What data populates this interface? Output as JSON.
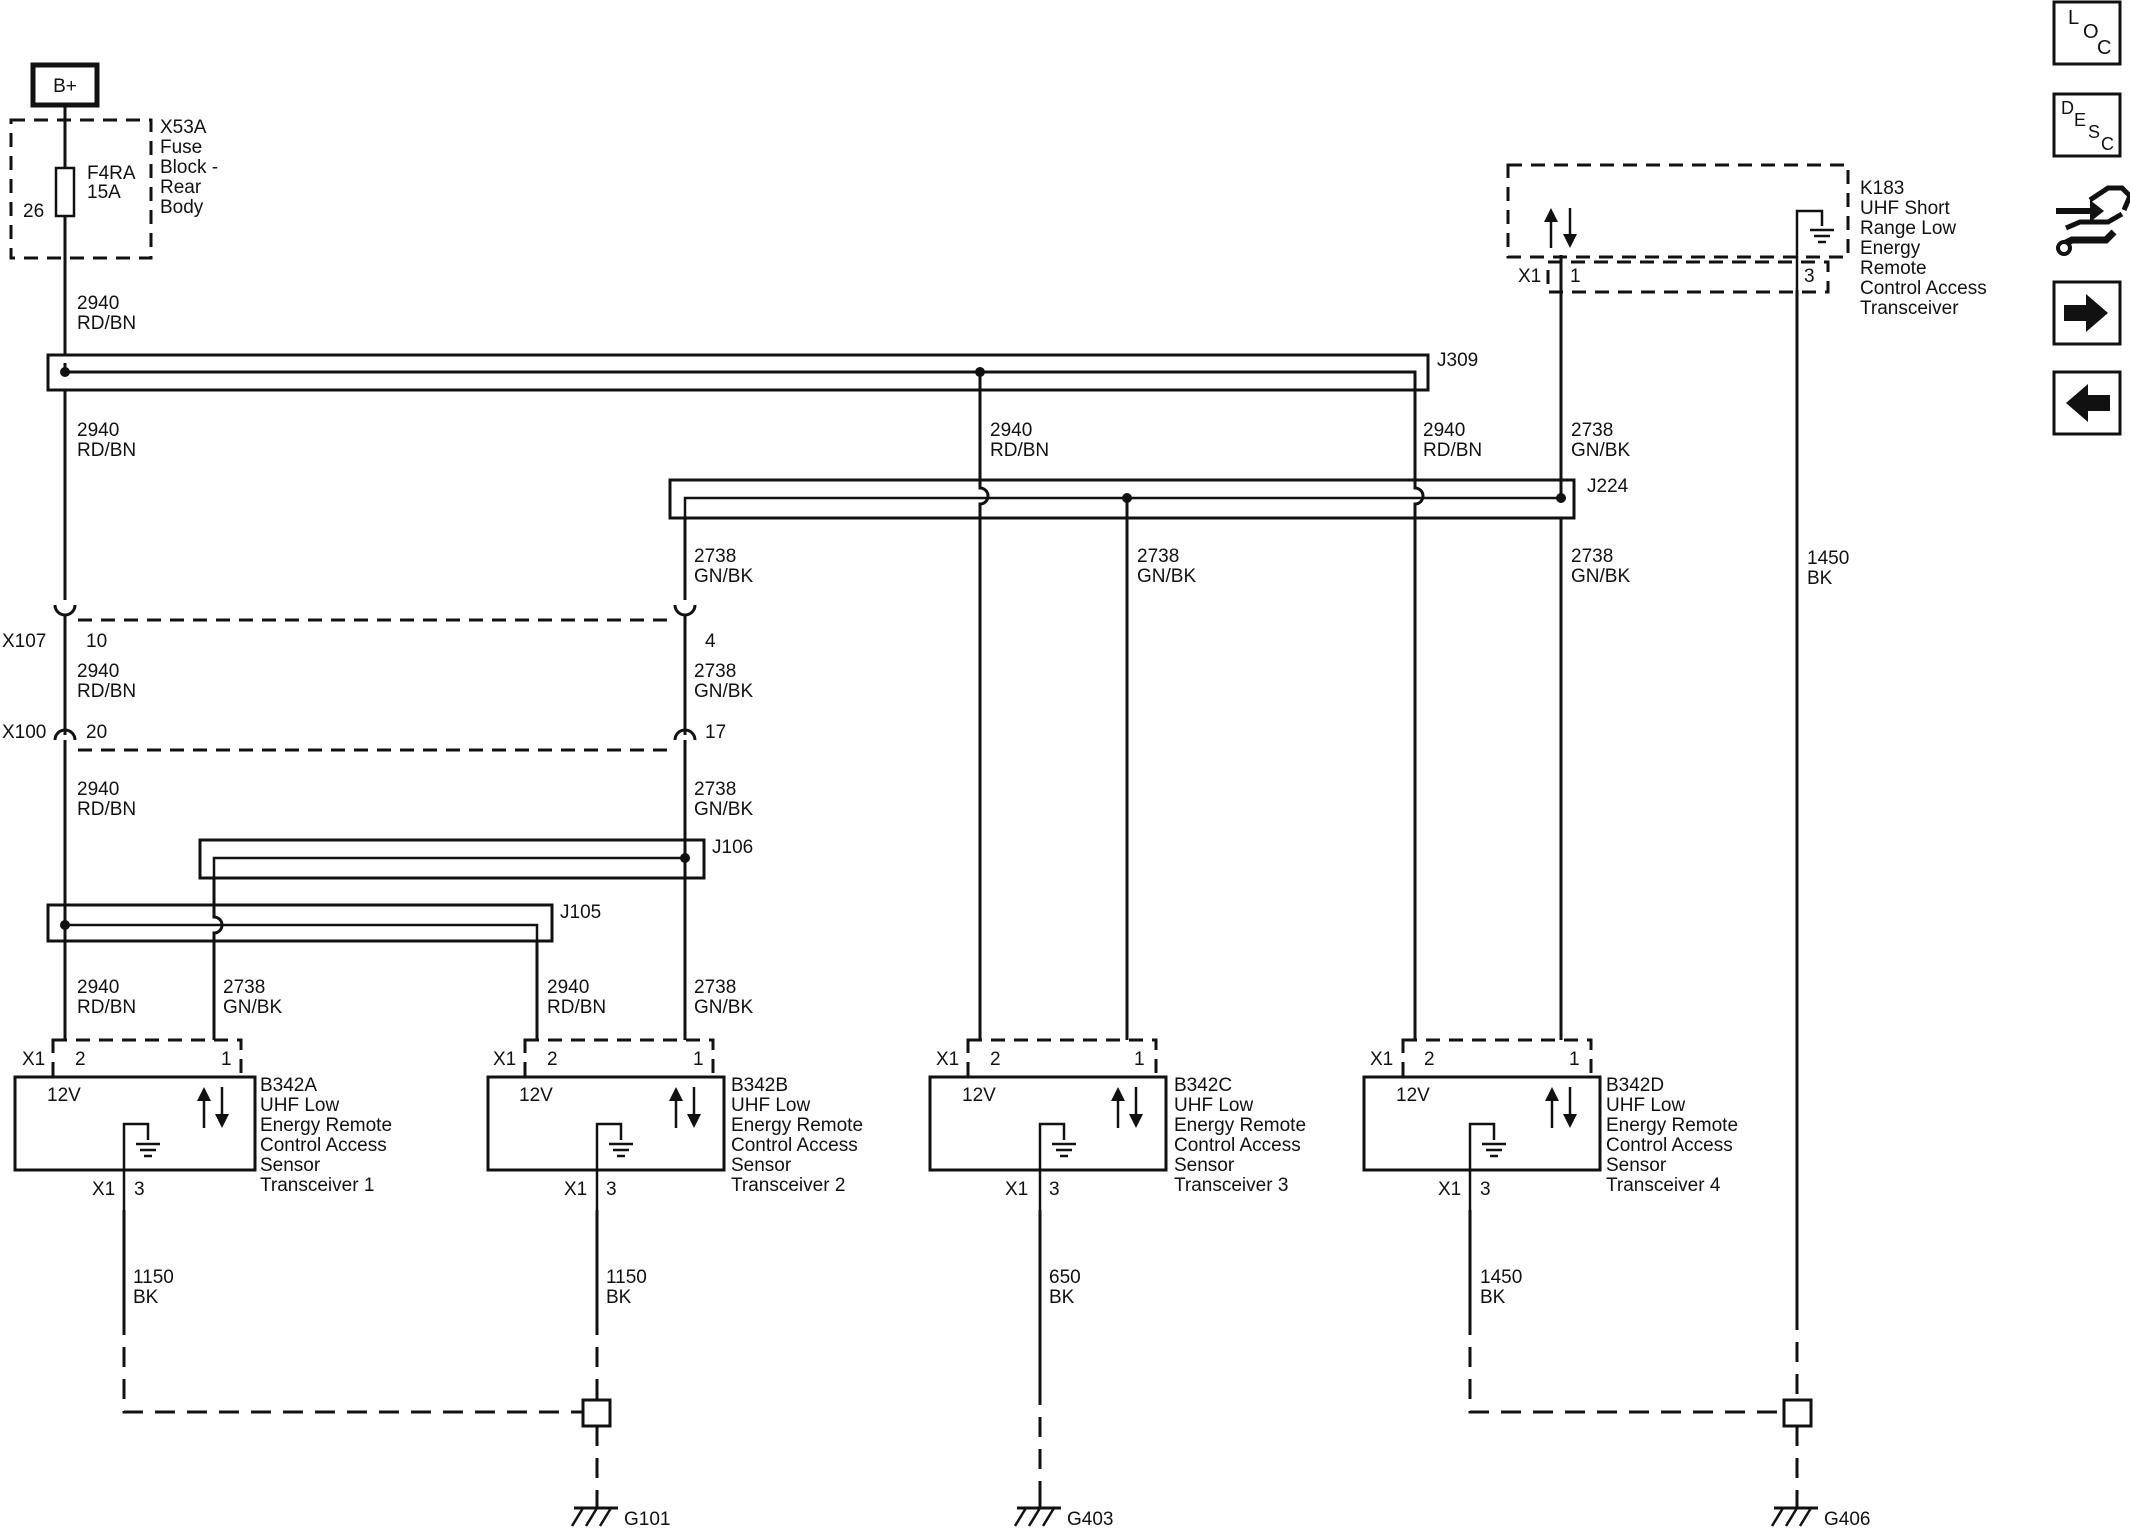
{
  "power": {
    "label": "B+"
  },
  "fuse_block": {
    "id": "X53A",
    "line1": "Fuse",
    "line2": "Block -",
    "line3": "Rear",
    "line4": "Body",
    "fuse": "F4RA",
    "rating": "15A",
    "pin": "26"
  },
  "splices": {
    "j309": "J309",
    "j224": "J224",
    "j106": "J106",
    "j105": "J105"
  },
  "connectors": {
    "x107": "X107",
    "x107_pin_a": "10",
    "x107_pin_b": "4",
    "x100": "X100",
    "x100_pin_a": "20",
    "x100_pin_b": "17"
  },
  "circuits": {
    "c2940": "2940",
    "rdbn": "RD/BN",
    "c2738": "2738",
    "gnbk": "GN/BK",
    "c1450": "1450",
    "c1150": "1150",
    "c650": "650",
    "bk": "BK"
  },
  "k183": {
    "id": "K183",
    "line1": "UHF Short",
    "line2": "Range Low",
    "line3": "Energy",
    "line4": "Remote",
    "line5": "Control Access",
    "line6": "Transceiver",
    "conn": "X1",
    "pin1": "1",
    "pin3": "3"
  },
  "modules": [
    {
      "id": "B342A",
      "l1": "UHF Low",
      "l2": "Energy Remote",
      "l3": "Control Access",
      "l4": "Sensor",
      "l5": "Transceiver 1",
      "volt": "12V",
      "conn": "X1",
      "pin2": "2",
      "pin1": "1",
      "pin3": "3"
    },
    {
      "id": "B342B",
      "l1": "UHF Low",
      "l2": "Energy Remote",
      "l3": "Control Access",
      "l4": "Sensor",
      "l5": "Transceiver 2",
      "volt": "12V",
      "conn": "X1",
      "pin2": "2",
      "pin1": "1",
      "pin3": "3"
    },
    {
      "id": "B342C",
      "l1": "UHF Low",
      "l2": "Energy Remote",
      "l3": "Control Access",
      "l4": "Sensor",
      "l5": "Transceiver 3",
      "volt": "12V",
      "conn": "X1",
      "pin2": "2",
      "pin1": "1",
      "pin3": "3"
    },
    {
      "id": "B342D",
      "l1": "UHF Low",
      "l2": "Energy Remote",
      "l3": "Control Access",
      "l4": "Sensor",
      "l5": "Transceiver 4",
      "volt": "12V",
      "conn": "X1",
      "pin2": "2",
      "pin1": "1",
      "pin3": "3"
    }
  ],
  "grounds": {
    "g101": "G101",
    "g403": "G403",
    "g406": "G406"
  },
  "nav": {
    "loc": {
      "l": "L",
      "o": "O",
      "c": "C"
    },
    "desc": {
      "d": "D",
      "e": "E",
      "s": "S",
      "c": "C"
    },
    "icons": [
      "connector-end-view-icon",
      "next-page-arrow-icon",
      "previous-page-arrow-icon"
    ]
  }
}
